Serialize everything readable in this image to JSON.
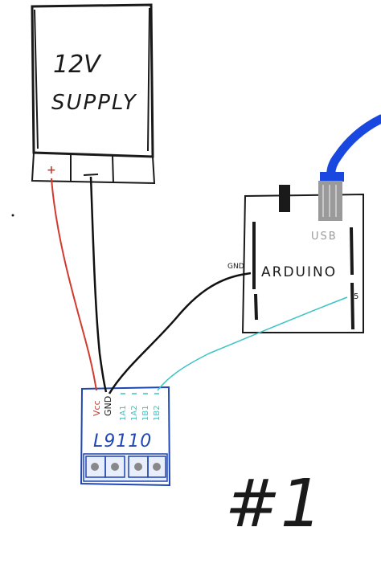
{
  "supply": {
    "label_line1": "12V",
    "label_line2": "SUPPLY",
    "terminal_plus": "+"
  },
  "arduino": {
    "label": "ARDUINO",
    "usb_label": "USB",
    "pin_gnd": "GND",
    "pin_5": "5"
  },
  "driver": {
    "label": "L9110",
    "pins": [
      "Vcc",
      "GND",
      "1A1",
      "1A2",
      "1B1",
      "1B2"
    ]
  },
  "sheet_number": "#1",
  "colors": {
    "ink": "#1a1a1a",
    "wire_power": "#d23a2e",
    "wire_ground": "#111111",
    "wire_signal": "#3cc4c4",
    "driver_blue": "#1f47b3",
    "usb_cable": "#1848e0",
    "usb_plug": "#9a9a9a"
  }
}
